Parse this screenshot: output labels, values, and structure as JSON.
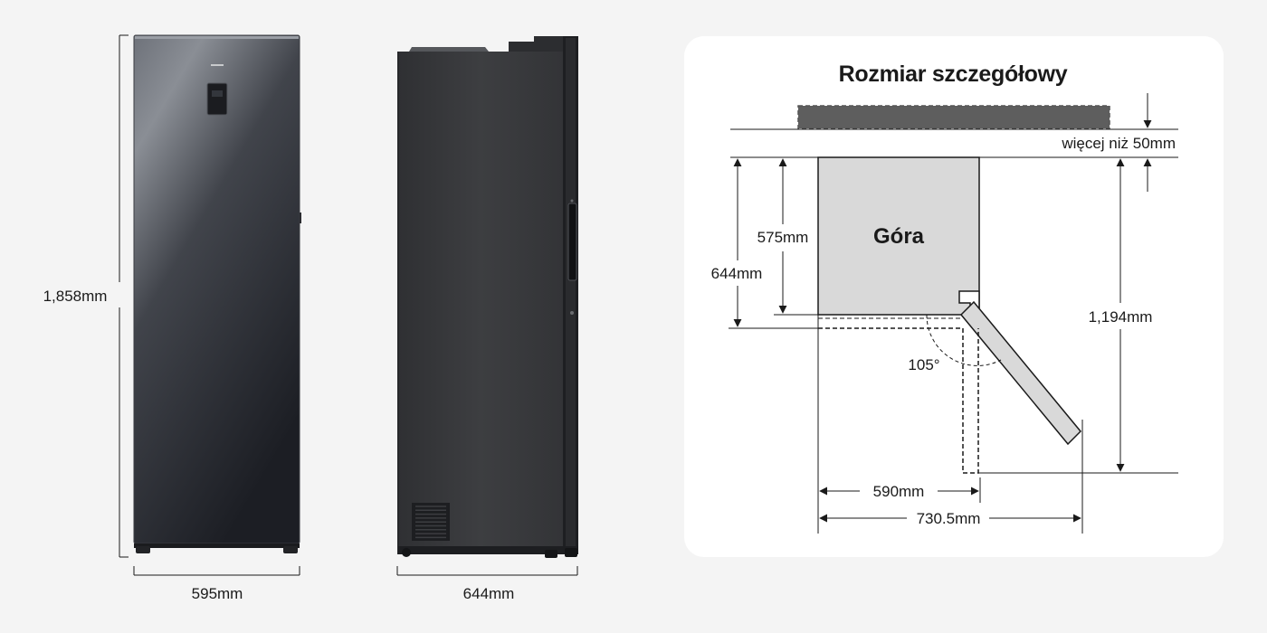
{
  "front_view": {
    "height_label": "1,858mm",
    "width_label": "595mm"
  },
  "side_view": {
    "depth_label": "644mm"
  },
  "detail_card": {
    "title": "Rozmiar szczegółowy",
    "clearance_label": "więcej niż 50mm",
    "top_label": "Góra",
    "depth_body_label": "575mm",
    "depth_total_label": "644mm",
    "depth_open_label": "1,194mm",
    "angle_label": "105°",
    "width_label": "590mm",
    "width_open_label": "730.5mm"
  },
  "colors": {
    "background": "#f4f4f4",
    "card": "#ffffff",
    "fridge_body_top": "#6c7078",
    "fridge_body_bottom": "#1e2026",
    "side_panel": "#3a3b3e",
    "top_box_fill": "#d9d9d9",
    "wall_fill": "#5e5e5e",
    "line": "#1a1a1a"
  }
}
